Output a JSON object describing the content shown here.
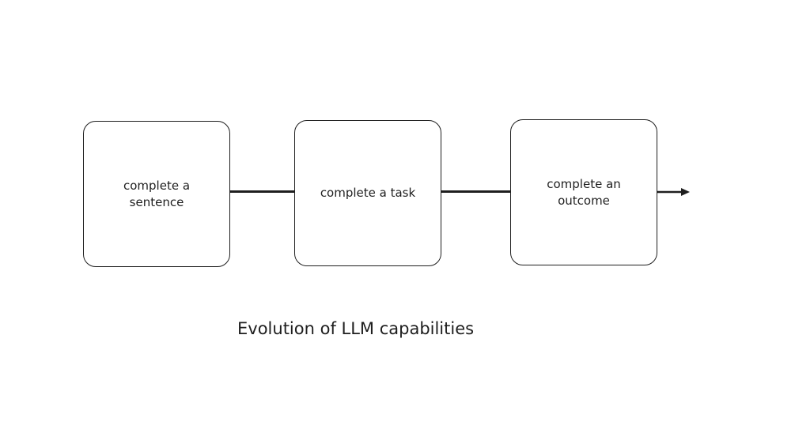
{
  "nodes": [
    {
      "label": "complete a sentence"
    },
    {
      "label": "complete a task"
    },
    {
      "label": "complete an outcome"
    }
  ],
  "caption": "Evolution of LLM capabilities"
}
